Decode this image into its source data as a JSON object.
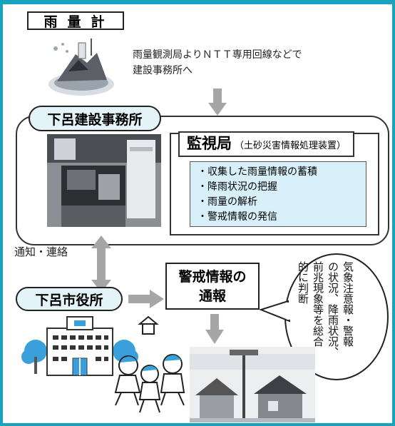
{
  "rain_gauge": {
    "title": "雨量計",
    "description_lines": [
      "雨量観測局よりＮＴＴ専用回線などで",
      "建設事務所へ"
    ]
  },
  "office": {
    "title": "下呂建設事務所"
  },
  "monitoring": {
    "title": "監視局",
    "subtitle": "（土砂災害情報処理装置）",
    "tasks": [
      "・収集した雨量情報の蓄積",
      "・降雨状況の把握",
      "・雨量の解析",
      "・警戒情報の発信"
    ]
  },
  "link_label": "通知・連絡",
  "city_hall": {
    "title": "下呂市役所"
  },
  "warning": {
    "line1": "警戒情報の",
    "line2": "通報"
  },
  "callout_lines": [
    "気象注意報・警報",
    "の状況、降雨状況、",
    "前兆現象等を総合",
    "的に判断"
  ],
  "colors": {
    "border": "#17a3c0",
    "pill_fill": "#e4f3f8",
    "task_fill": "#d6eff9",
    "arrow_gray": "#a6a6a6",
    "tree_blue": "#3aa0dc"
  }
}
